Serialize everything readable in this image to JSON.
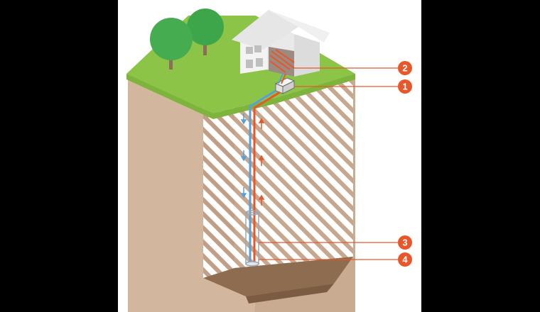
{
  "colors": {
    "frame": "#000000",
    "canvas": "#ffffff",
    "grass": "#8cc447",
    "soil": "#d3b69e",
    "soil_dark": "#b99b83",
    "hatch": "#c7a88f",
    "pit_floor": "#8e6c4f",
    "tree": "#3ea64a",
    "trunk": "#8a6e5a",
    "house_wall": "#f3f3f3",
    "roof": "#e6e6e6",
    "heating": "#e8572a",
    "supply_pipe": "#5aa0d6",
    "callout": "#e8572a"
  },
  "icons": {
    "pipe_arrow_down": "down-arrow-icon",
    "pipe_arrow_up": "up-arrow-icon"
  },
  "callouts": [
    {
      "id": "heating",
      "label": "2"
    },
    {
      "id": "heat-pump",
      "label": "1"
    },
    {
      "id": "probe-pipe",
      "label": "3"
    },
    {
      "id": "probe-base",
      "label": "4"
    }
  ]
}
